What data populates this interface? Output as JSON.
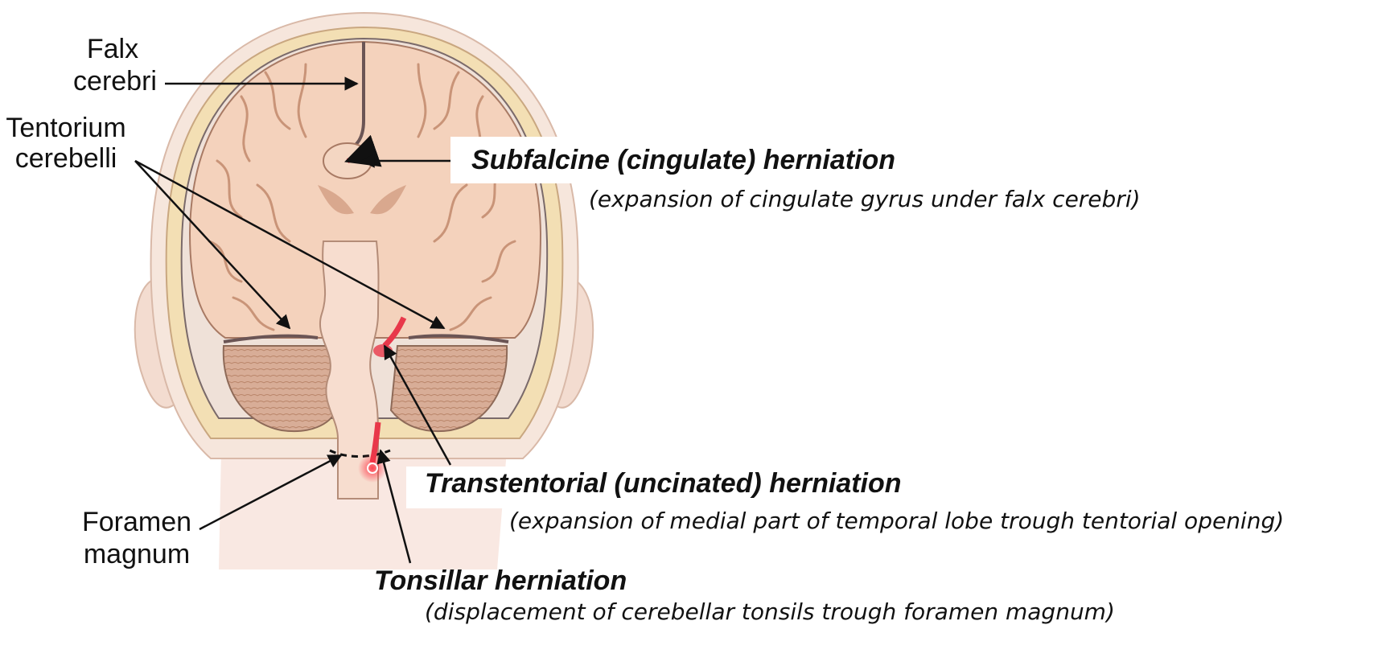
{
  "labels": {
    "falx_line1": "Falx",
    "falx_line2": "cerebri",
    "tentorium_line1": "Tentorium",
    "tentorium_line2": "cerebelli",
    "foramen_line1": "Foramen",
    "foramen_line2": "magnum"
  },
  "herniations": [
    {
      "title": "Subfalcine (cingulate) herniation",
      "description": "(expansion of cingulate gyrus under falx cerebri)"
    },
    {
      "title": "Transtentorial (uncinated) herniation",
      "description": "(expansion of medial part of temporal lobe trough tentorial opening)"
    },
    {
      "title": "Tonsillar herniation",
      "description": "(displacement of cerebellar tonsils trough foramen magnum)"
    }
  ],
  "colors": {
    "skin": "#f6e6dc",
    "skin_edge": "#d9b9a8",
    "bone": "#f3dfb4",
    "brain": "#f4d2bc",
    "sulcus": "#c99478",
    "cerebellum": "#d8ad97",
    "herniation_arrow": "#e8384a"
  }
}
